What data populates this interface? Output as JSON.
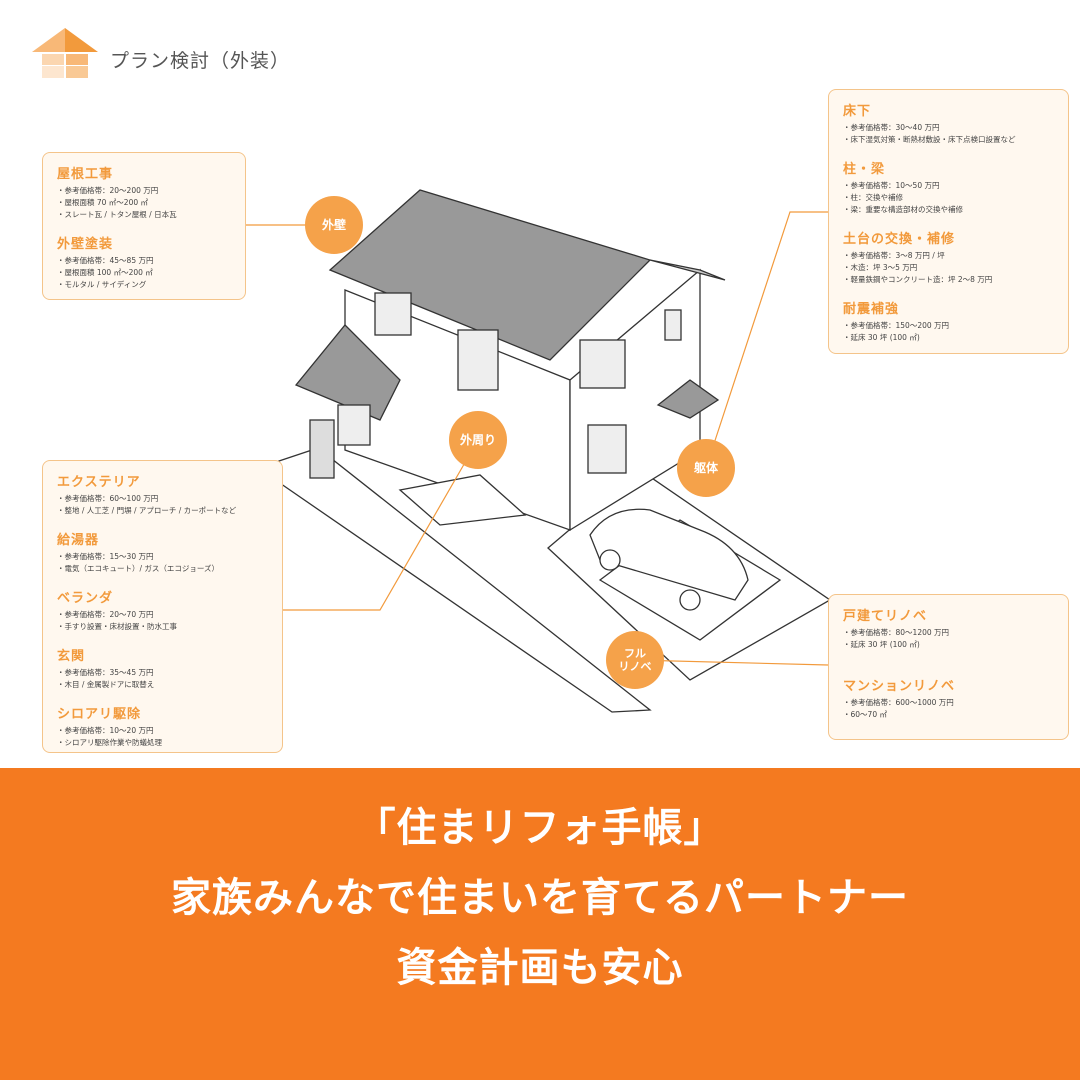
{
  "header": {
    "title": "プラン検討（外装）"
  },
  "badges": {
    "gaiheki": "外壁",
    "gaishuu": "外周り",
    "kutai": "躯体",
    "full": "フル\nリノベ"
  },
  "box_roof": [
    {
      "title": "屋根工事",
      "lines": [
        "・参考価格帯：20〜200 万円",
        "・屋根面積 70 ㎡〜200 ㎡",
        "・スレート瓦 / トタン屋根 / 日本瓦"
      ]
    },
    {
      "title": "外壁塗装",
      "lines": [
        "・参考価格帯：45〜85 万円",
        "・屋根面積 100 ㎡〜200 ㎡",
        "・モルタル / サイディング"
      ]
    }
  ],
  "box_structure": [
    {
      "title": "床下",
      "lines": [
        "・参考価格帯：30〜40 万円",
        "・床下湿気対策・断熱材敷設・床下点検口設置など"
      ]
    },
    {
      "title": "柱・梁",
      "lines": [
        "・参考価格帯：10〜50 万円",
        "・柱：交換や補修",
        "・梁：重要な構造部材の交換や補修"
      ]
    },
    {
      "title": "土台の交換・補修",
      "lines": [
        "・参考価格帯：3〜8 万円 / 坪",
        "・木造：坪 3〜5 万円",
        "・軽量鉄鋼やコンクリート造：坪 2〜8 万円"
      ]
    },
    {
      "title": "耐震補強",
      "lines": [
        "・参考価格帯：150〜200 万円",
        "・延床 30 坪 (100 ㎡)"
      ]
    }
  ],
  "box_exterior": [
    {
      "title": "エクステリア",
      "lines": [
        "・参考価格帯：60〜100 万円",
        "・整地 / 人工芝 / 門塀 / アプローチ / カーポートなど"
      ]
    },
    {
      "title": "給湯器",
      "lines": [
        "・参考価格帯：15〜30 万円",
        "・電気（エコキュート）/ ガス（エコジョーズ）"
      ]
    },
    {
      "title": "ベランダ",
      "lines": [
        "・参考価格帯：20〜70 万円",
        "・手すり設置・床材設置・防水工事"
      ]
    },
    {
      "title": "玄関",
      "lines": [
        "・参考価格帯：35〜45 万円",
        "・木目 / 金属製ドアに取替え"
      ]
    },
    {
      "title": "シロアリ駆除",
      "lines": [
        "・参考価格帯：10〜20 万円",
        "・シロアリ駆除作業や防蟻処理"
      ]
    }
  ],
  "box_renov": [
    {
      "title": "戸建てリノベ",
      "lines": [
        "・参考価格帯：80〜1200 万円",
        "・延床 30 坪 (100 ㎡)"
      ]
    },
    {
      "title": "マンションリノベ",
      "lines": [
        "・参考価格帯：600〜1000 万円",
        "・60〜70 ㎡"
      ]
    }
  ],
  "banner": {
    "line1": "「住まリフォ手帳」",
    "line2": "家族みんなで住まいを育てるパートナー",
    "line3": "資金計画も安心"
  }
}
